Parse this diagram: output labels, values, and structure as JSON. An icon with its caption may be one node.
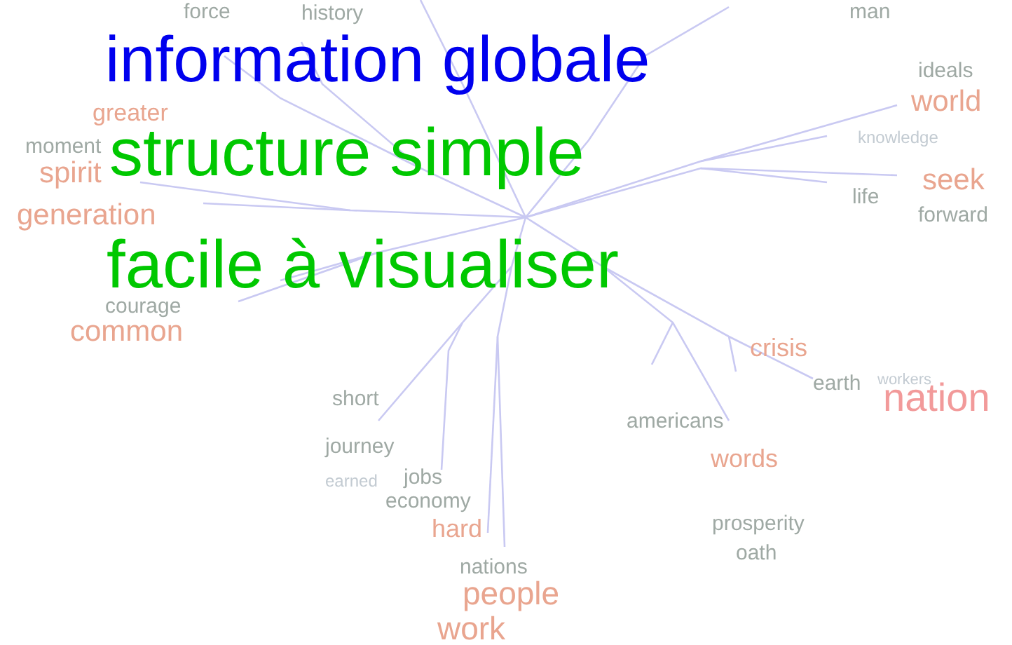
{
  "diagram": {
    "labels": [
      "force",
      "man",
      "history",
      "information globale",
      "ideals",
      "world",
      "greater",
      "knowledge",
      "moment",
      "structure simple",
      "spirit",
      "seek",
      "life",
      "generation",
      "forward",
      "facile à visualiser",
      "courage",
      "common",
      "crisis",
      "workers",
      "earth",
      "nation",
      "short",
      "americans",
      "journey",
      "words",
      "jobs",
      "earned",
      "economy",
      "prosperity",
      "hard",
      "oath",
      "nations",
      "people",
      "work"
    ]
  }
}
